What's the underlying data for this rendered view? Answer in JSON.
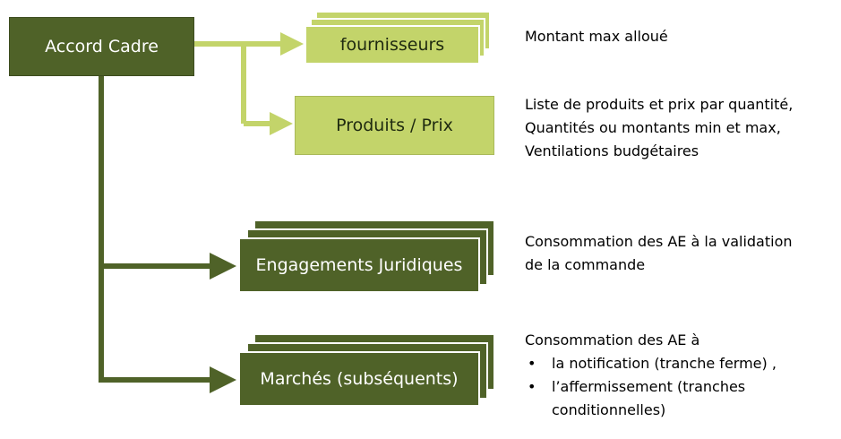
{
  "colors": {
    "dark": "#4f6228",
    "light": "#c3d46a",
    "text": "#000000"
  },
  "nodes": {
    "accord": "Accord Cadre",
    "fournisseurs": "fournisseurs",
    "produits": "Produits / Prix",
    "engagements": "Engagements Juridiques",
    "marches": "Marchés (subséquents)"
  },
  "notes": {
    "fournisseurs": "Montant max alloué",
    "produits": [
      "Liste de produits et prix par quantité,",
      "Quantités ou montants min et max,",
      "Ventilations budgétaires"
    ],
    "engagements": [
      "Consommation des AE à la validation",
      "de la commande"
    ],
    "marches": {
      "intro": "Consommation des AE à",
      "bullets": [
        "la notification (tranche ferme) ,",
        "l’affermissement  (tranches conditionnelles)"
      ]
    }
  }
}
